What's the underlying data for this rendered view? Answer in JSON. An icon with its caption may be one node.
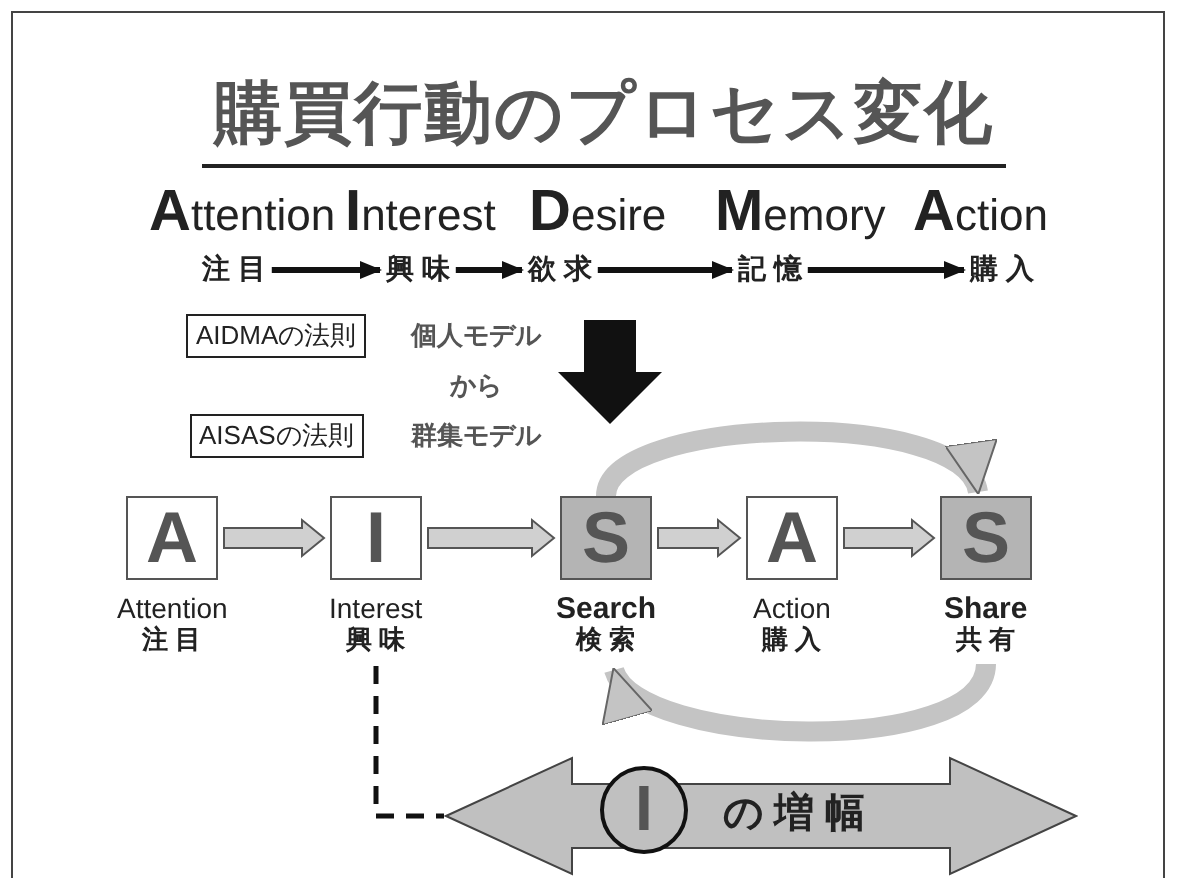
{
  "diagram": {
    "title": "購買行動のプロセス変化",
    "nodes": [
      {
        "text": [
          "注 目"
        ],
        "beside": [
          "Attention"
        ]
      },
      {
        "text": [
          "興 味"
        ],
        "beside": [
          "Interest"
        ]
      },
      {
        "text": [
          "欲 求"
        ],
        "beside": [
          "Desire"
        ]
      },
      {
        "text": [
          "記 憶"
        ],
        "beside": [
          "Memory"
        ]
      },
      {
        "text": [
          "購 入"
        ],
        "beside": [
          "Action"
        ]
      },
      {
        "text": [
          "AIDMAの法則"
        ]
      },
      {
        "text": [
          "AISASの法則"
        ]
      },
      {
        "text": [
          "A"
        ],
        "beside": [
          "Attention",
          "注 目"
        ]
      },
      {
        "text": [
          "I"
        ],
        "beside": [
          "Interest",
          "興 味"
        ]
      },
      {
        "text": [
          "S"
        ],
        "beside": [
          "Search",
          "検 索"
        ]
      },
      {
        "text": [
          "A"
        ],
        "beside": [
          "Action",
          "購 入"
        ]
      },
      {
        "text": [
          "S"
        ],
        "beside": [
          "Share",
          "共 有"
        ]
      },
      {
        "text": [
          "の 増 幅"
        ]
      },
      {
        "text": [
          "I"
        ],
        "in": 12
      }
    ],
    "edges": [
      {
        "from": 0,
        "to": 1,
        "arrow": "to"
      },
      {
        "from": 1,
        "to": 2,
        "arrow": "to"
      },
      {
        "from": 2,
        "to": 3,
        "arrow": "to"
      },
      {
        "from": 3,
        "to": 4,
        "arrow": "to"
      },
      {
        "from": 7,
        "to": 8,
        "arrow": "to"
      },
      {
        "from": 8,
        "to": 9,
        "arrow": "to"
      },
      {
        "from": 9,
        "to": 10,
        "arrow": "to"
      },
      {
        "from": 10,
        "to": 11,
        "arrow": "to"
      },
      {
        "from": 9,
        "to": 11,
        "arrow": "to",
        "style": "thick",
        "color": "#c4c4c4"
      },
      {
        "from": 11,
        "to": 9,
        "arrow": "to",
        "style": "thick",
        "color": "#c4c4c4"
      },
      {
        "from": 8,
        "to": 12,
        "arrow": "none",
        "style": "dashed"
      }
    ],
    "labels": [
      "個人モデル",
      "から",
      "群集モデル"
    ]
  }
}
